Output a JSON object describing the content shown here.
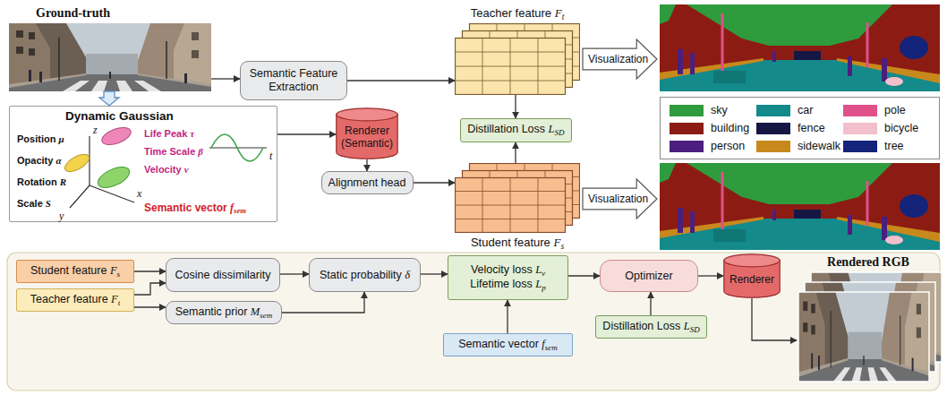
{
  "diagram": {
    "nodes": [
      {
        "text": [
          "Ground-truth"
        ]
      },
      {
        "text": [
          "Semantic Feature Extraction"
        ]
      },
      {
        "text": [
          "Teacher feature Ft"
        ]
      },
      {
        "text": [
          "Visualization"
        ]
      },
      {
        "text": [
          "Dynamic Gaussian",
          "Position μ",
          "Opacity α",
          "Rotation R",
          "Scale S",
          "Life Peak τ",
          "Time Scale β",
          "Velocity v",
          "Semantic vector fsem"
        ]
      },
      {
        "text": [
          "Renderer (Semantic)"
        ]
      },
      {
        "text": [
          "Distillation Loss LSD"
        ]
      },
      {
        "text": [
          "Alignment head"
        ]
      },
      {
        "text": [
          "Student feature Fs"
        ]
      },
      {
        "text": [
          "Visualization"
        ]
      },
      {
        "text": [
          "Student feature Fs"
        ]
      },
      {
        "text": [
          "Teacher feature Ft"
        ]
      },
      {
        "text": [
          "Cosine dissimilarity"
        ]
      },
      {
        "text": [
          "Semantic prior Msem"
        ]
      },
      {
        "text": [
          "Static probability δ"
        ]
      },
      {
        "text": [
          "Velocity loss Lv",
          "Lifetime loss Lp"
        ]
      },
      {
        "text": [
          "Semantic vector fsem"
        ]
      },
      {
        "text": [
          "Optimizer"
        ]
      },
      {
        "text": [
          "Distillation Loss LSD"
        ]
      },
      {
        "text": [
          "Renderer"
        ]
      },
      {
        "text": [
          "Rendered RGB"
        ]
      }
    ],
    "edges": [
      {
        "from": 0,
        "to": 1,
        "arrow": "to"
      },
      {
        "from": 0,
        "to": 4,
        "arrow": "to"
      },
      {
        "from": 1,
        "to": 2,
        "arrow": "to"
      },
      {
        "from": 4,
        "to": 5,
        "arrow": "to"
      },
      {
        "from": 5,
        "to": 7,
        "arrow": "to"
      },
      {
        "from": 7,
        "to": 8,
        "arrow": "to"
      },
      {
        "from": 2,
        "to": 6,
        "arrow": "to"
      },
      {
        "from": 8,
        "to": 6,
        "arrow": "to"
      },
      {
        "from": 10,
        "to": 12,
        "arrow": "to"
      },
      {
        "from": 11,
        "to": 12,
        "arrow": "to"
      },
      {
        "from": 11,
        "to": 13,
        "arrow": "to"
      },
      {
        "from": 12,
        "to": 14,
        "arrow": "to"
      },
      {
        "from": 13,
        "to": 14,
        "arrow": "to"
      },
      {
        "from": 14,
        "to": 15,
        "arrow": "to"
      },
      {
        "from": 16,
        "to": 15,
        "arrow": "to"
      },
      {
        "from": 15,
        "to": 17,
        "arrow": "to"
      },
      {
        "from": 18,
        "to": 17,
        "arrow": "to"
      },
      {
        "from": 17,
        "to": 19,
        "arrow": "to"
      },
      {
        "from": 19,
        "to": 20,
        "arrow": "to"
      }
    ],
    "labels": [
      "z",
      "x",
      "y",
      "t"
    ],
    "legend": [
      {
        "text": "sky",
        "color": "#2e9b3d"
      },
      {
        "text": "car",
        "color": "#148a8a"
      },
      {
        "text": "pole",
        "color": "#e0508a"
      },
      {
        "text": "building",
        "color": "#8c1c13"
      },
      {
        "text": "fence",
        "color": "#161645"
      },
      {
        "text": "bicycle",
        "color": "#f2c0cc"
      },
      {
        "text": "person",
        "color": "#4a1f80"
      },
      {
        "text": "sidewalk",
        "color": "#c8891c"
      },
      {
        "text": "tree",
        "color": "#13247a"
      }
    ]
  }
}
